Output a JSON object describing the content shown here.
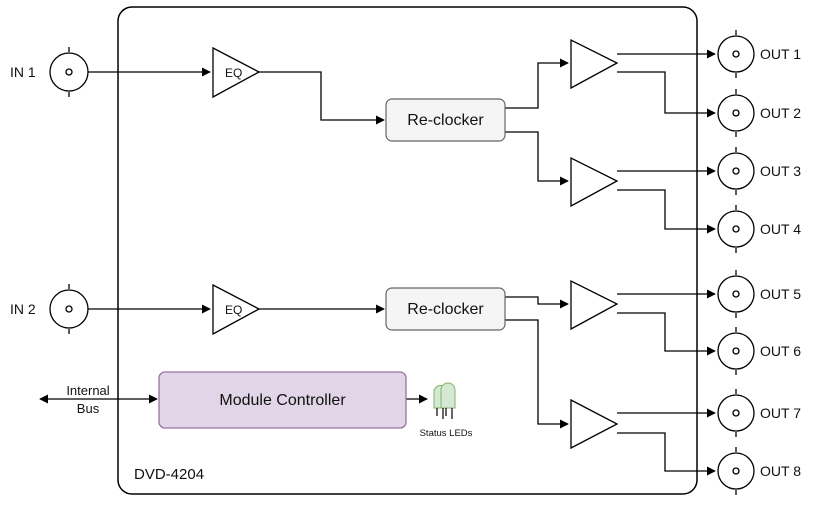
{
  "inputs": [
    {
      "label": "IN 1"
    },
    {
      "label": "IN 2"
    }
  ],
  "outputs": [
    {
      "label": "OUT 1"
    },
    {
      "label": "OUT 2"
    },
    {
      "label": "OUT 3"
    },
    {
      "label": "OUT 4"
    },
    {
      "label": "OUT 5"
    },
    {
      "label": "OUT 6"
    },
    {
      "label": "OUT 7"
    },
    {
      "label": "OUT 8"
    }
  ],
  "eq": [
    {
      "label": "EQ"
    },
    {
      "label": "EQ"
    }
  ],
  "reclockers": [
    {
      "label": "Re-clocker"
    },
    {
      "label": "Re-clocker"
    }
  ],
  "bus": {
    "line1": "Internal",
    "line2": "Bus"
  },
  "controller": {
    "label": "Module Controller"
  },
  "leds": {
    "label": "Status LEDs"
  },
  "model": {
    "label": "DVD-4204"
  },
  "colors": {
    "controller_fill": "#e1d5e7",
    "controller_stroke": "#9673a6",
    "reclocker_fill": "#f5f5f5",
    "reclocker_stroke": "#666666",
    "led_fill": "#d5e8d4",
    "led_stroke": "#82b366"
  }
}
